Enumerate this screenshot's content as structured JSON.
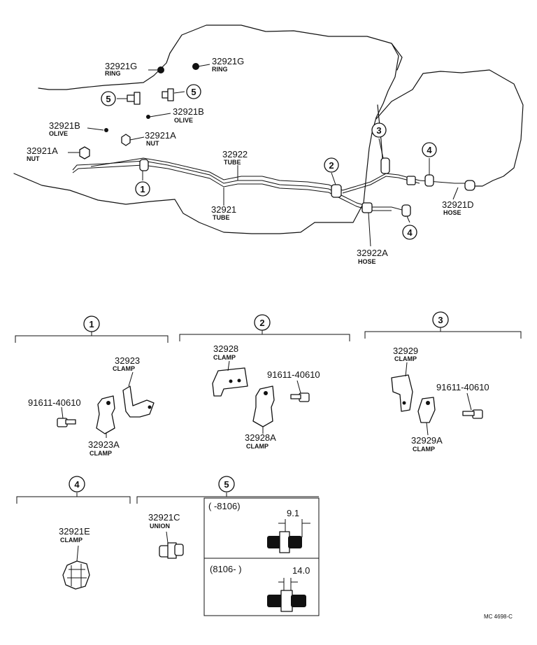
{
  "parts": {
    "ring_left": {
      "number": "32921G",
      "name": "RING"
    },
    "ring_right": {
      "number": "32921G",
      "name": "RING"
    },
    "olive_right": {
      "number": "32921B",
      "name": "OLIVE"
    },
    "olive_left": {
      "number": "32921B",
      "name": "OLIVE"
    },
    "nut_mid": {
      "number": "32921A",
      "name": "NUT"
    },
    "nut_left": {
      "number": "32921A",
      "name": "NUT"
    },
    "tube_upper": {
      "number": "32922",
      "name": "TUBE"
    },
    "tube_lower": {
      "number": "32921",
      "name": "TUBE"
    },
    "hose_a": {
      "number": "32922A",
      "name": "HOSE"
    },
    "hose_d": {
      "number": "32921D",
      "name": "HOSE"
    },
    "clamp_1": {
      "number": "32923",
      "name": "CLAMP"
    },
    "clamp_1a": {
      "number": "32923A",
      "name": "CLAMP"
    },
    "bolt_1": {
      "number": "91611-40610"
    },
    "clamp_2": {
      "number": "32928",
      "name": "CLAMP"
    },
    "clamp_2a": {
      "number": "32928A",
      "name": "CLAMP"
    },
    "bolt_2": {
      "number": "91611-40610"
    },
    "clamp_3": {
      "number": "32929",
      "name": "CLAMP"
    },
    "clamp_3a": {
      "number": "32929A",
      "name": "CLAMP"
    },
    "bolt_3": {
      "number": "91611-40610"
    },
    "clamp_4": {
      "number": "32921E",
      "name": "CLAMP"
    },
    "union_5": {
      "number": "32921C",
      "name": "UNION"
    }
  },
  "callouts": {
    "c1": "1",
    "c2": "2",
    "c3": "3",
    "c4": "4",
    "c5": "5"
  },
  "union_variants": [
    {
      "range": "(      -8106)",
      "dimension": "9.1"
    },
    {
      "range": "(8106-      )",
      "dimension": "14.0"
    }
  ],
  "diagram_code": "MC 4698-C"
}
